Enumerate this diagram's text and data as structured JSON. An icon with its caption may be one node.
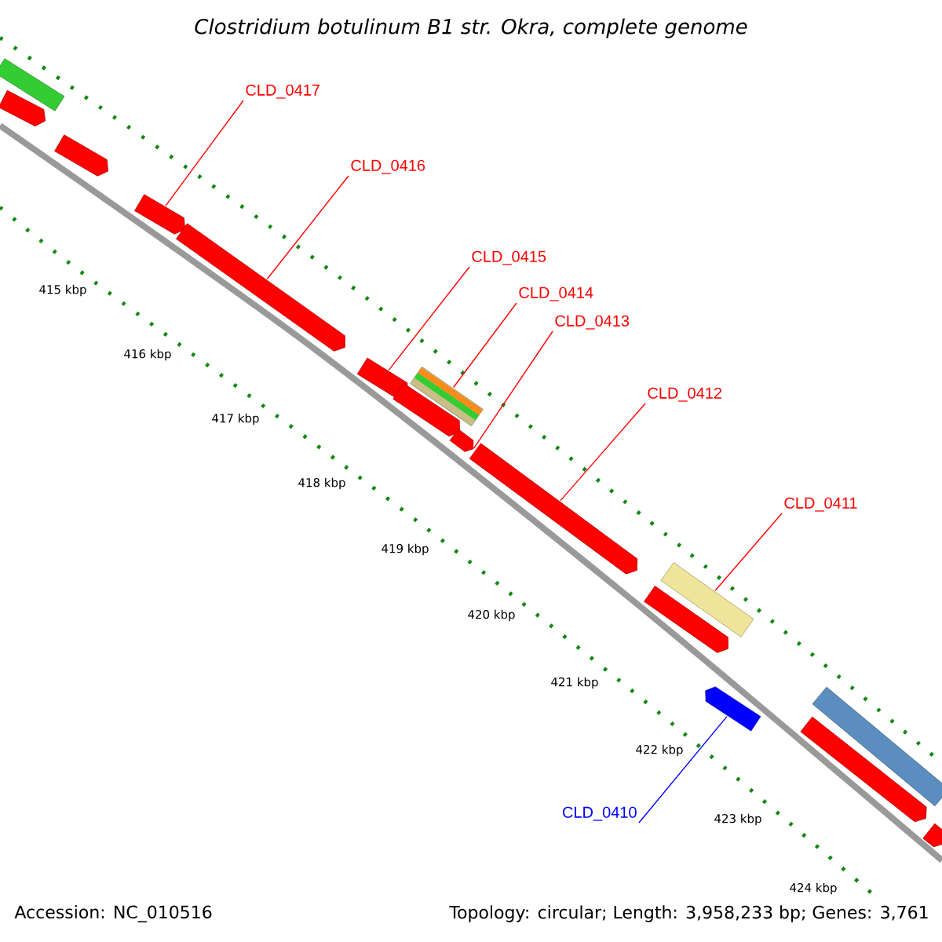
{
  "diagram": {
    "title": "*Clostridium botulinum* B1 str. Okra, complete genome",
    "nodes": [
      {
        "text": [
          "CLD_0417"
        ]
      },
      {
        "text": [
          "CLD_0416"
        ]
      },
      {
        "text": [
          "CLD_0415"
        ]
      },
      {
        "text": [
          "CLD_0414"
        ]
      },
      {
        "text": [
          "CLD_0413"
        ]
      },
      {
        "text": [
          "CLD_0412"
        ]
      },
      {
        "text": [
          "CLD_0411"
        ]
      },
      {
        "text": [
          "CLD_0410"
        ]
      },
      {
        "text": [],
        "shape": "bar"
      },
      {
        "text": [],
        "shape": "arrow"
      },
      {
        "text": [],
        "shape": "arrow"
      },
      {
        "text": [],
        "shape": "arrow"
      },
      {
        "text": [],
        "shape": "arrow"
      },
      {
        "text": [],
        "shape": "arrow"
      },
      {
        "text": [],
        "shape": "arrow"
      },
      {
        "text": [],
        "shape": "bar"
      },
      {
        "text": [],
        "shape": "arrow"
      },
      {
        "text": [],
        "shape": "arrow"
      },
      {
        "text": [],
        "shape": "arrow"
      },
      {
        "text": [],
        "shape": "bar"
      },
      {
        "text": [],
        "shape": "arrow"
      },
      {
        "text": [],
        "shape": "arrow"
      },
      {
        "text": [],
        "shape": "bar"
      },
      {
        "text": [],
        "shape": "arrow"
      }
    ],
    "edges": [
      {
        "from": 0,
        "to": 11,
        "arrow": "none"
      },
      {
        "from": 1,
        "to": 12,
        "arrow": "none"
      },
      {
        "from": 2,
        "to": 13,
        "arrow": "none"
      },
      {
        "from": 3,
        "to": 15,
        "arrow": "none"
      },
      {
        "from": 4,
        "to": 16,
        "arrow": "none"
      },
      {
        "from": 5,
        "to": 17,
        "arrow": "none"
      },
      {
        "from": 6,
        "to": 19,
        "arrow": "none"
      },
      {
        "from": 7,
        "to": 20,
        "arrow": "none",
        "color": "#0000ff"
      }
    ],
    "labels": [
      "415 kbp",
      "416 kbp",
      "417 kbp",
      "418 kbp",
      "419 kbp",
      "420 kbp",
      "421 kbp",
      "422 kbp",
      "423 kbp",
      "424 kbp",
      "Accession: NC_010516",
      "Topology: circular; Length: 3,958,233 bp; Genes: 3,761"
    ]
  }
}
